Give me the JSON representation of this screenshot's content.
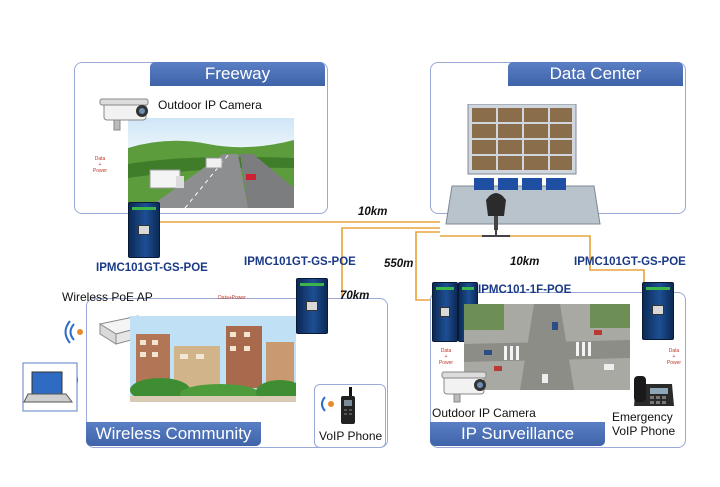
{
  "sections": {
    "freeway": "Freeway",
    "data_center": "Data Center",
    "wireless_community": "Wireless Community",
    "ip_surveillance": "IP Surveillance"
  },
  "devices": {
    "freeway_converter": "IPMC101GT-GS-POE",
    "community_converter": "IPMC101GT-GS-POE",
    "surveillance_fiber": "IPMC101-1F-POE",
    "surveillance_poe": "IPMC101GT-GS-POE"
  },
  "distances": {
    "freeway_link": "10km",
    "surveillance_link": "10km",
    "drop_link": "550m",
    "community_link": "70km"
  },
  "endpoints": {
    "freeway_camera": "Outdoor IP Camera",
    "wireless_ap": "Wireless PoE AP",
    "voip_phone": "VoIP Phone",
    "surveillance_camera": "Outdoor IP Camera",
    "emergency_phone_line1": "Emergency",
    "emergency_phone_line2": "VoIP Phone"
  },
  "wire_labels": {
    "freeway_data": "Data",
    "freeway_plus": "+",
    "freeway_power": "Power",
    "community_data_power": "Data+Power",
    "cam_data": "Data",
    "cam_plus": "+",
    "cam_power": "Power",
    "phone_data": "Data",
    "phone_plus": "+",
    "phone_power": "Power"
  },
  "colors": {
    "fiber": "#e8a33a",
    "copper": "#4fa6dc",
    "banner": "#4a70b6",
    "model_text": "#1a3a86"
  }
}
